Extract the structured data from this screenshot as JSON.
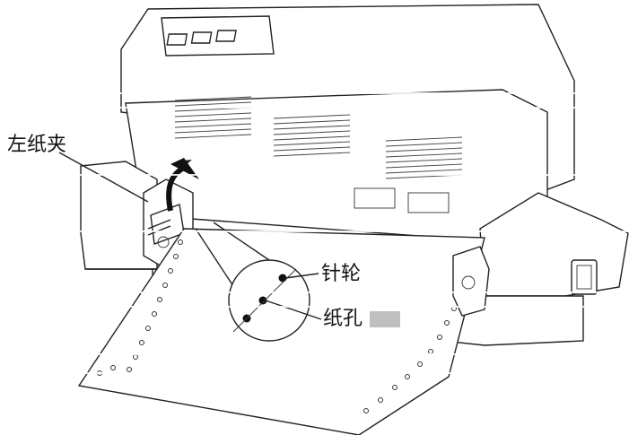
{
  "labels": {
    "left_paper_clamp": "左纸夹",
    "pin_wheel": "针轮",
    "paper_hole": "纸孔"
  }
}
